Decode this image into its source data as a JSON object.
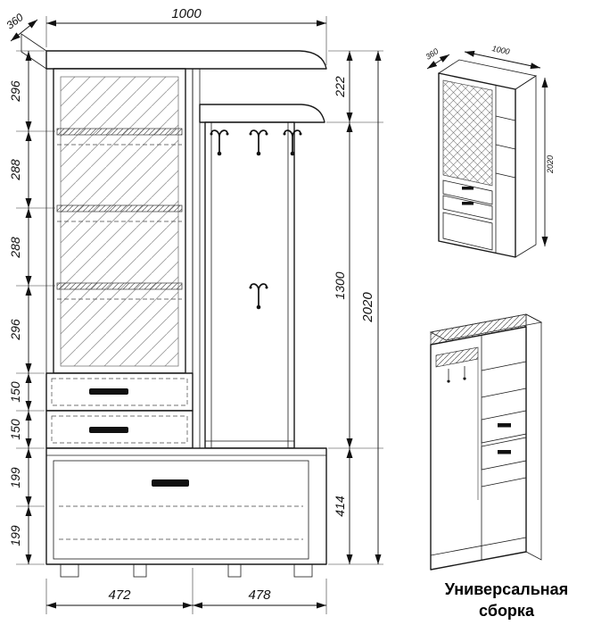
{
  "caption": {
    "line1": "Универсальная",
    "line2": "сборка"
  },
  "front_view": {
    "top_width": "1000",
    "top_depth": "360",
    "left_chain": [
      "296",
      "288",
      "288",
      "296",
      "150",
      "150",
      "199",
      "199"
    ],
    "right_chain": [
      "222",
      "1300",
      "414"
    ],
    "total_height": "2020",
    "bottom_chain": [
      "472",
      "478"
    ]
  },
  "iso_view": {
    "depth": "360",
    "width": "1000",
    "height": "2020"
  },
  "colors": {
    "line": "#1a1a1a",
    "hatch": "#8a8a8a",
    "background": "#ffffff",
    "handle": "#111111"
  }
}
